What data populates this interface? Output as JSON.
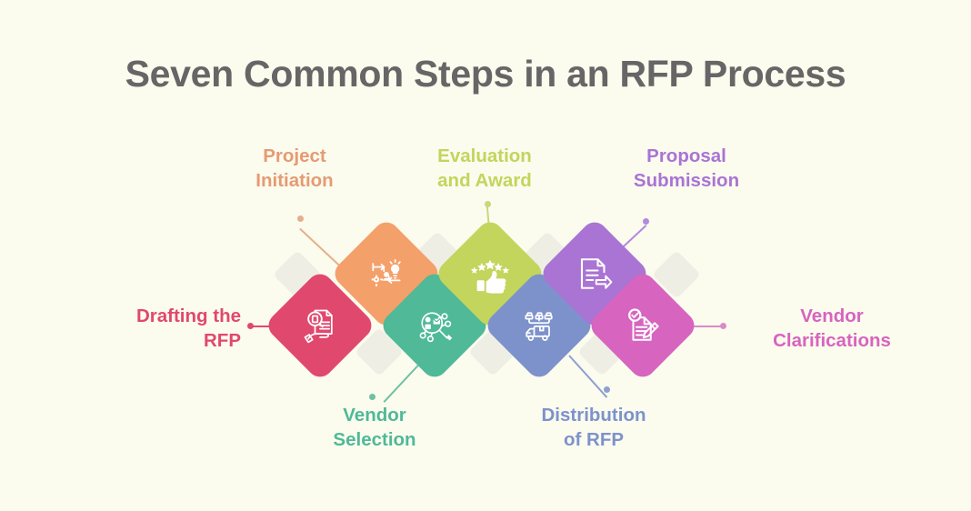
{
  "page": {
    "title": "Seven Common Steps in an RFP Process",
    "background_color": "#fbfbee",
    "title_color": "#666666",
    "decor_diamond_color": "#ebebe3"
  },
  "steps": [
    {
      "id": "drafting-the-rfp",
      "label": "Drafting the\nRFP",
      "color": "#e1486e",
      "icon": "hand-document-magnifier-icon",
      "label_position": "left",
      "row": "lower"
    },
    {
      "id": "project-initiation",
      "label": "Project\nInitiation",
      "color": "#f4a06a",
      "icon": "gears-person-lightbulb-icon",
      "label_position": "above",
      "row": "upper"
    },
    {
      "id": "vendor-selection",
      "label": "Vendor\nSelection",
      "color": "#4fb998",
      "icon": "magnifier-network-icon",
      "label_position": "below",
      "row": "lower"
    },
    {
      "id": "evaluation-and-award",
      "label": "Evaluation\nand Award",
      "color": "#c3d55c",
      "icon": "thumbs-up-stars-icon",
      "label_position": "above",
      "row": "upper"
    },
    {
      "id": "distribution-of-rfp",
      "label": "Distribution\nof RFP",
      "color": "#7d92cb",
      "icon": "delivery-truck-network-icon",
      "label_position": "below",
      "row": "lower"
    },
    {
      "id": "proposal-submission",
      "label": "Proposal\nSubmission",
      "color": "#a974d4",
      "icon": "document-arrow-right-icon",
      "label_position": "above",
      "row": "upper"
    },
    {
      "id": "vendor-clarifications",
      "label": "Vendor\nClarifications",
      "color": "#d764bf",
      "icon": "checklist-pencil-icon",
      "label_position": "right",
      "row": "lower"
    }
  ]
}
